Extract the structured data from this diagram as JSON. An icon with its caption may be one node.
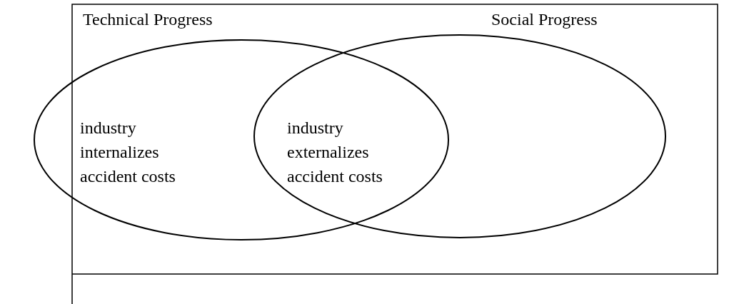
{
  "diagram": {
    "nodes": [
      {
        "text": [
          "Technical Progress",
          "industry internalizes accident costs"
        ]
      },
      {
        "text": [
          "Social Progress"
        ]
      }
    ],
    "labels": [
      "industry externalizes accident costs"
    ]
  }
}
